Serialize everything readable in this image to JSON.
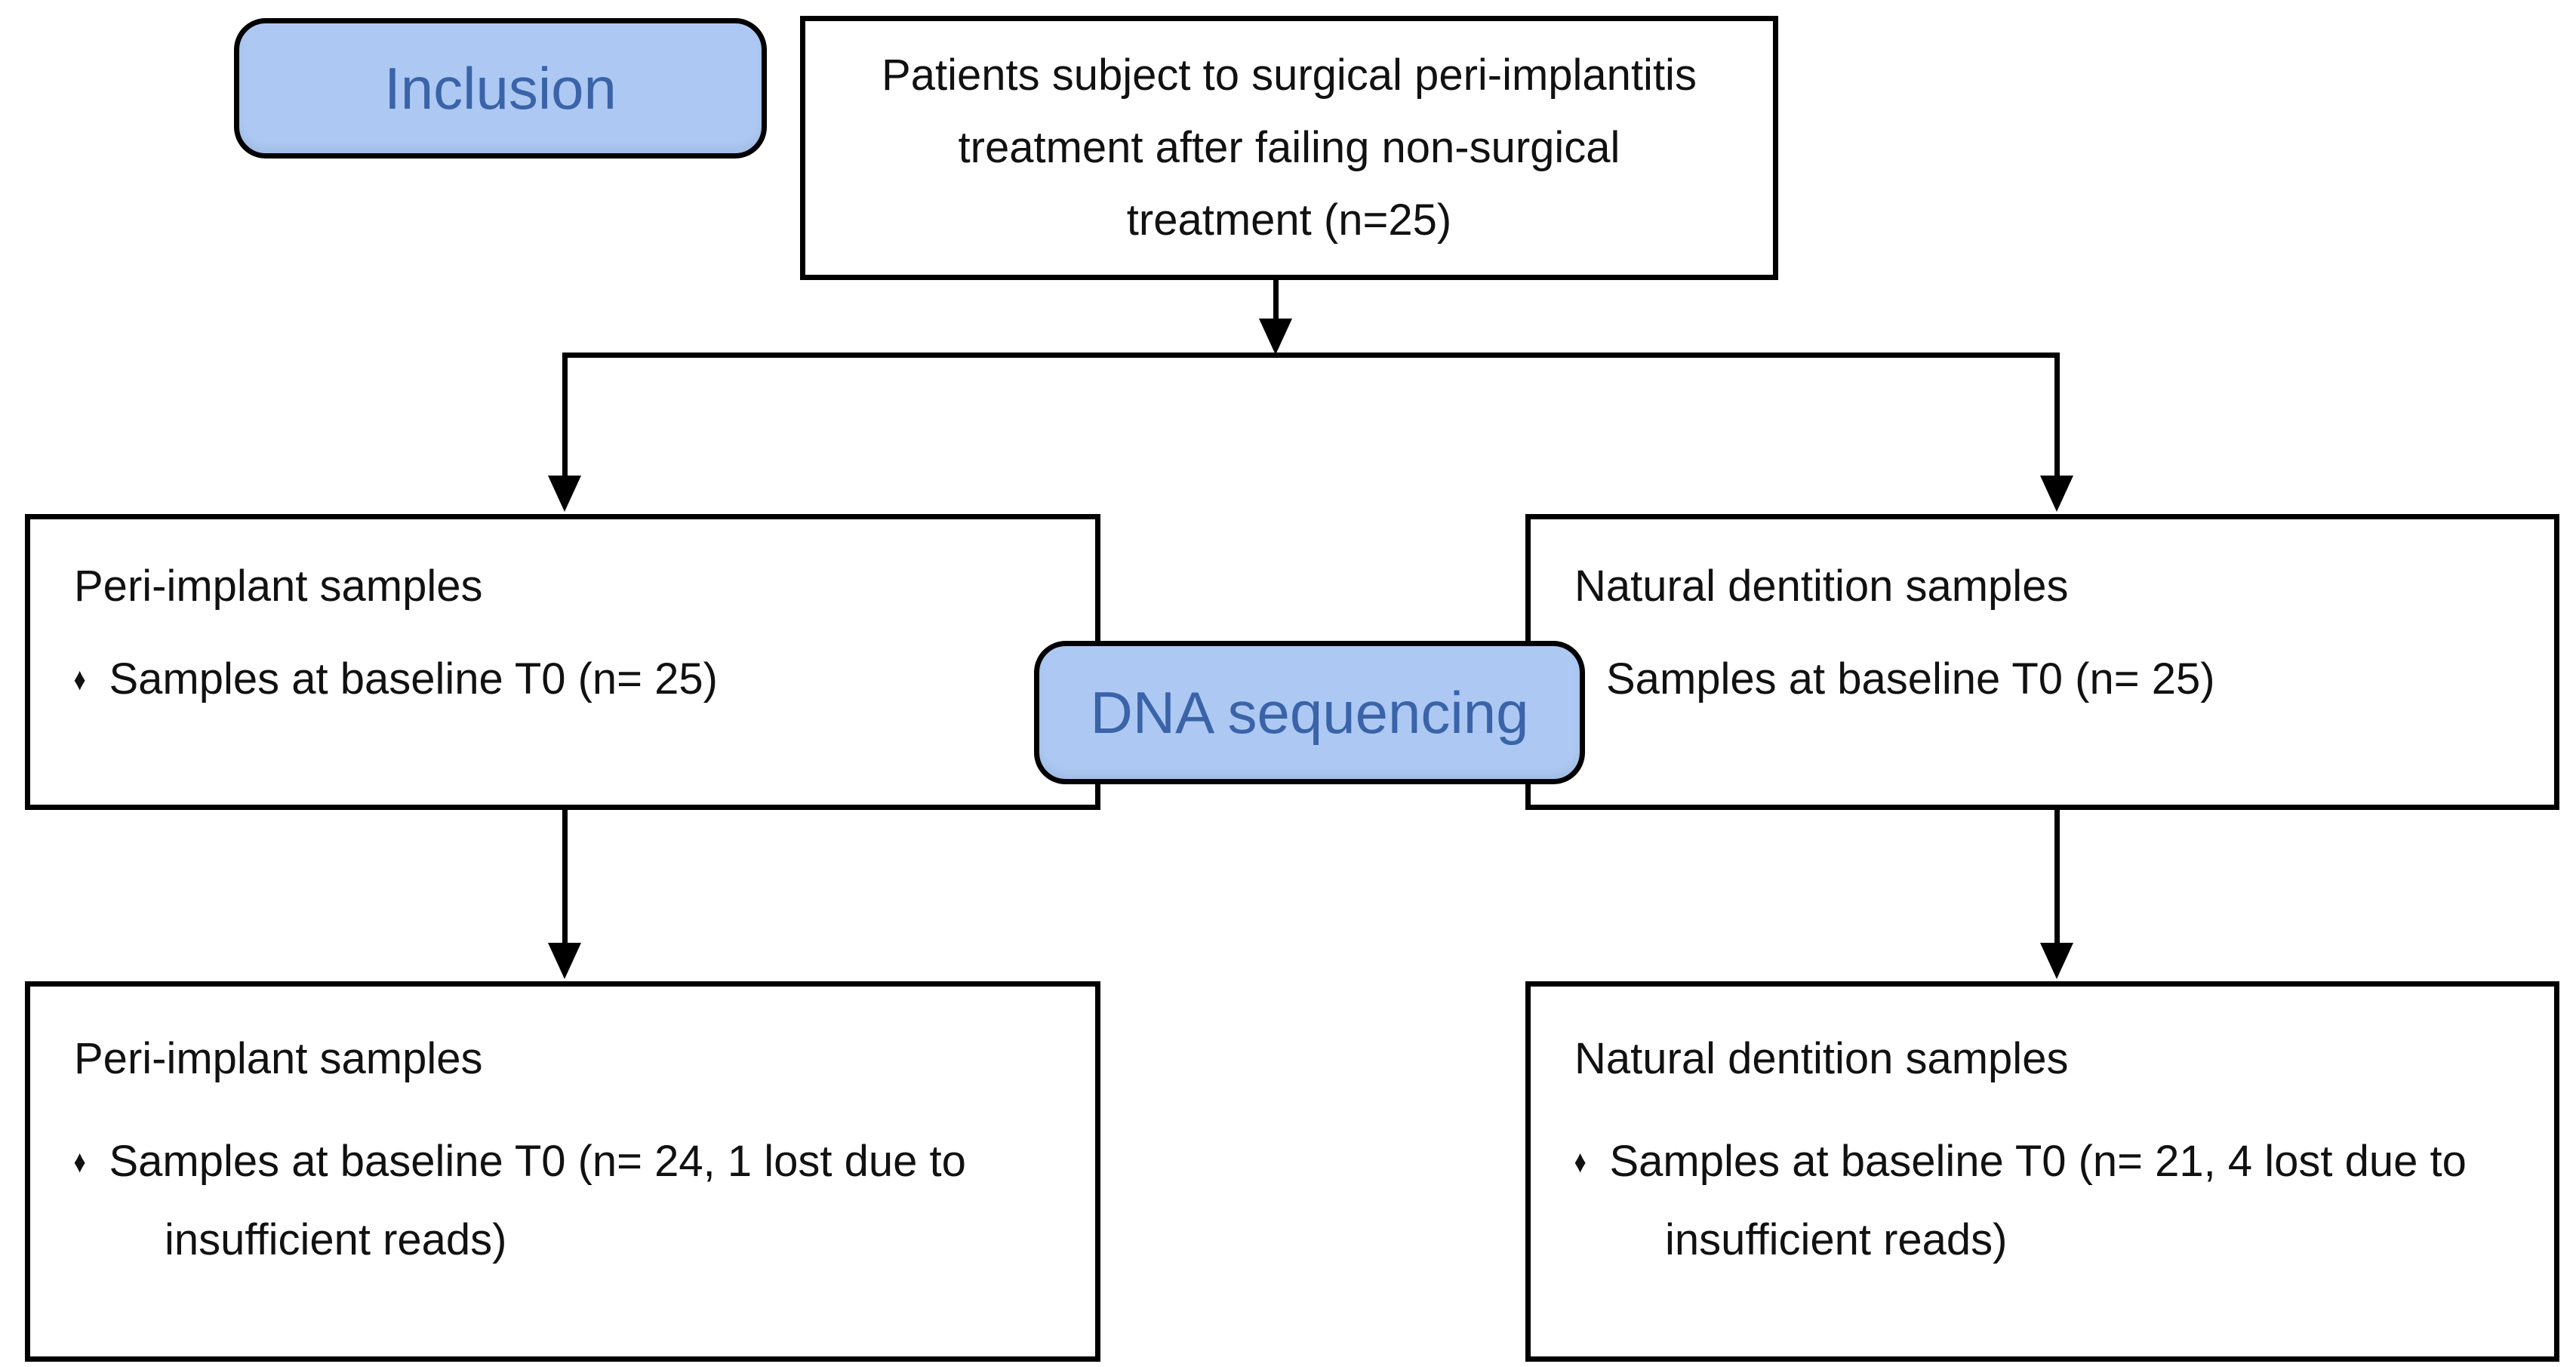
{
  "colors": {
    "background": "#ffffff",
    "box_border": "#000000",
    "box_fill": "#ffffff",
    "text": "#111111",
    "badge_fill": "#adc9f3",
    "badge_border": "#000000",
    "badge_text": "#3a63a8",
    "connector": "#000000"
  },
  "badges": {
    "inclusion": {
      "label": "Inclusion"
    },
    "dna_sequencing": {
      "label": "DNA sequencing"
    }
  },
  "nodes": {
    "patients": {
      "lines": [
        "Patients subject to surgical peri-implantitis",
        "treatment after failing non-surgical",
        "treatment (n=25)"
      ]
    },
    "peri_implant_baseline": {
      "title": "Peri-implant samples",
      "bullet_marker": "♦",
      "bullet": "Samples at baseline T0 (n= 25)"
    },
    "natural_dentition_baseline": {
      "title": "Natural dentition samples",
      "bullet": "Samples at baseline T0 (n= 25)"
    },
    "peri_implant_sequenced": {
      "title": "Peri-implant samples",
      "bullet_marker": "♦",
      "bullet_lines": [
        "Samples at baseline T0 (n= 24, 1 lost due to",
        "insufficient reads)"
      ]
    },
    "natural_dentition_sequenced": {
      "title": "Natural dentition samples",
      "bullet_marker": "♦",
      "bullet_lines": [
        "Samples at baseline T0 (n= 21, 4 lost due to",
        "insufficient reads)"
      ]
    }
  }
}
